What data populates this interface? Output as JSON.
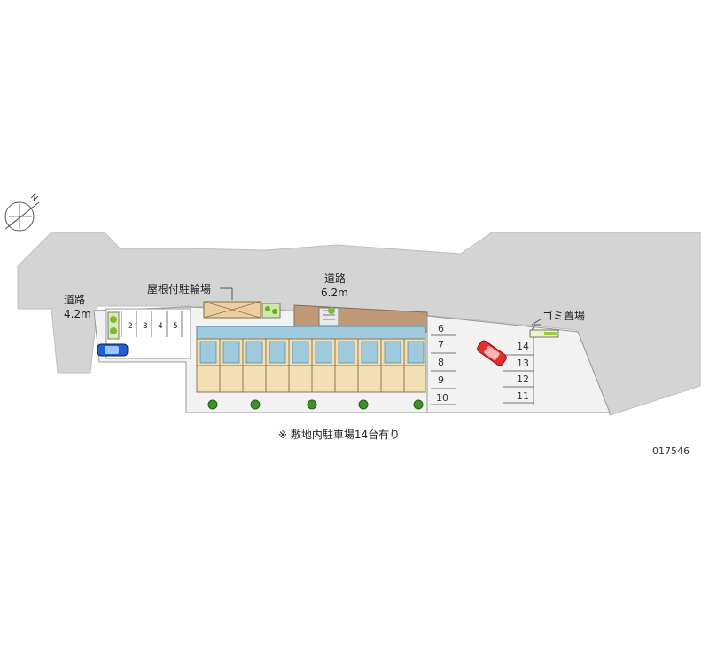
{
  "map": {
    "road_left": {
      "name": "道路",
      "width": "4.2m"
    },
    "road_top": {
      "name": "道路",
      "width": "6.2m"
    },
    "covered_bicycle_parking": "屋根付駐輪場",
    "garbage_area": "ゴミ置場",
    "note": "※ 敷地内駐車場14台有り",
    "property_code": "017546",
    "compass_label": "N",
    "parking_left": [
      "2",
      "3",
      "4",
      "5"
    ],
    "parking_right_left_column": [
      "6",
      "7",
      "8",
      "9",
      "10"
    ],
    "parking_right_right_column": [
      "14",
      "13",
      "12",
      "11"
    ],
    "colors": {
      "road": "#d4d4d4",
      "site": "#f2f2f2",
      "building_units": "#f3dfb4",
      "building_blue": "#9fc9dd",
      "accent_red": "#e23030",
      "accent_blue": "#1f5fd6",
      "greenery": "#9ccc3c"
    }
  }
}
